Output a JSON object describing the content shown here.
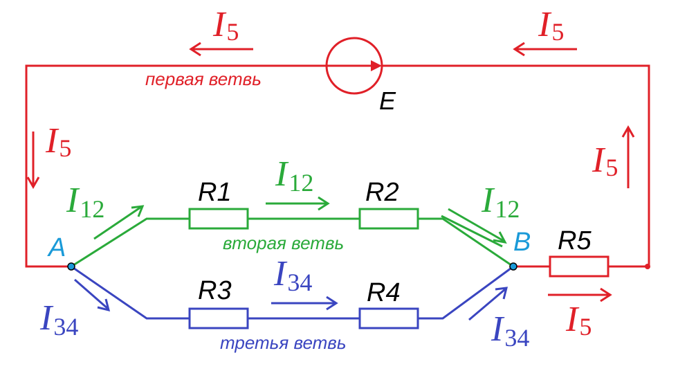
{
  "colors": {
    "branch1": "#e02028",
    "branch2": "#2aaa3a",
    "branch3": "#3a45c0",
    "node": "#1a9ad8",
    "black": "#000000"
  },
  "source_label": "E",
  "nodes": {
    "a": "A",
    "b": "B"
  },
  "resistors": {
    "r1": "R1",
    "r2": "R2",
    "r3": "R3",
    "r4": "R4",
    "r5": "R5"
  },
  "branches": {
    "first": "первая ветвь",
    "second": "вторая ветвь",
    "third": "третья ветвь"
  },
  "currents": {
    "i5": {
      "main": "I",
      "sub": "5"
    },
    "i12": {
      "main": "I",
      "sub": "12"
    },
    "i34": {
      "main": "I",
      "sub": "34"
    }
  }
}
